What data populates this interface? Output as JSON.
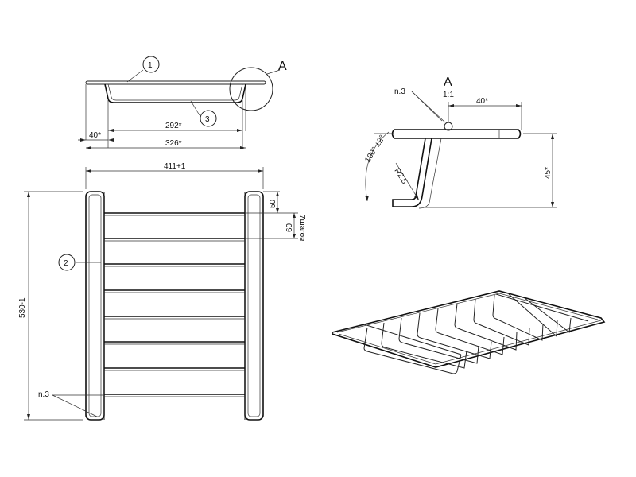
{
  "side_view": {
    "balloon_1": "1",
    "balloon_3": "3",
    "detail_ref": "A",
    "dim_inner": "292*",
    "dim_outer": "326*",
    "dim_flange": "40*"
  },
  "plan_view": {
    "dim_width": "411+1",
    "dim_height": "530-1",
    "dim_first_rod": "50",
    "dim_pitch": "60",
    "dim_pitch_count": "7шагов",
    "balloon_2": "2",
    "part_ref": "n.3"
  },
  "detail_view": {
    "title": "A",
    "scale": "1:1",
    "part_ref": "n.3",
    "dim_length": "40*",
    "dim_height": "45*",
    "dim_angle": "100° ±2°",
    "dim_radius": "R2,5"
  },
  "iso_view": {}
}
